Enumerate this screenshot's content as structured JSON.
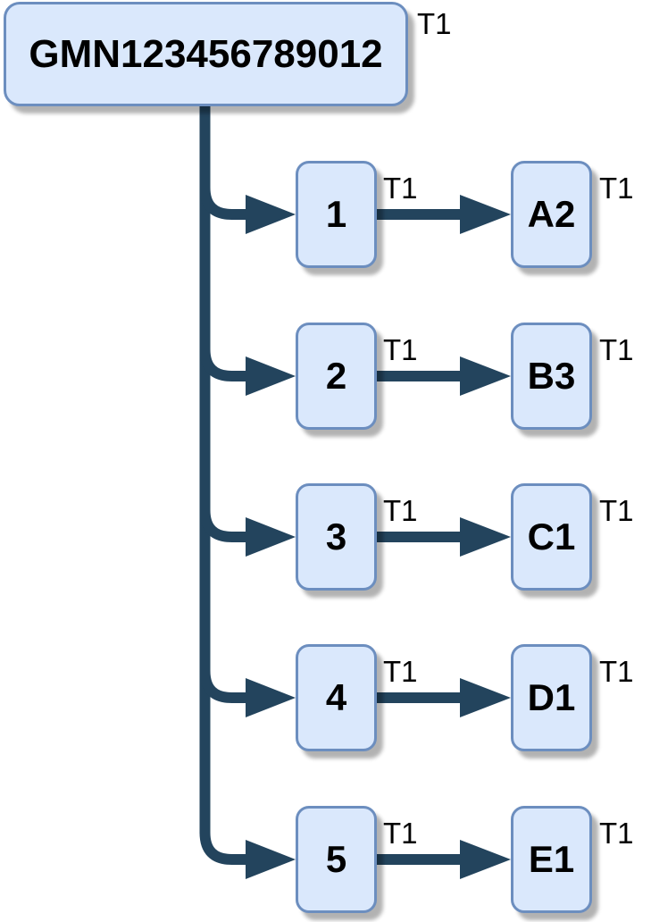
{
  "diagram": {
    "type": "tree-flowchart",
    "root": {
      "label": "GMN123456789012",
      "tag": "T1"
    },
    "rows": [
      {
        "source": {
          "label": "1",
          "tag": "T1"
        },
        "target": {
          "label": "A2",
          "tag": "T1"
        }
      },
      {
        "source": {
          "label": "2",
          "tag": "T1"
        },
        "target": {
          "label": "B3",
          "tag": "T1"
        }
      },
      {
        "source": {
          "label": "3",
          "tag": "T1"
        },
        "target": {
          "label": "C1",
          "tag": "T1"
        }
      },
      {
        "source": {
          "label": "4",
          "tag": "T1"
        },
        "target": {
          "label": "D1",
          "tag": "T1"
        }
      },
      {
        "source": {
          "label": "5",
          "tag": "T1"
        },
        "target": {
          "label": "E1",
          "tag": "T1"
        }
      }
    ],
    "colors": {
      "node_fill": "#dae8fc",
      "node_border": "#6c8ebf",
      "connector": "#23445d",
      "text": "#000000",
      "background": "#ffffff"
    }
  }
}
